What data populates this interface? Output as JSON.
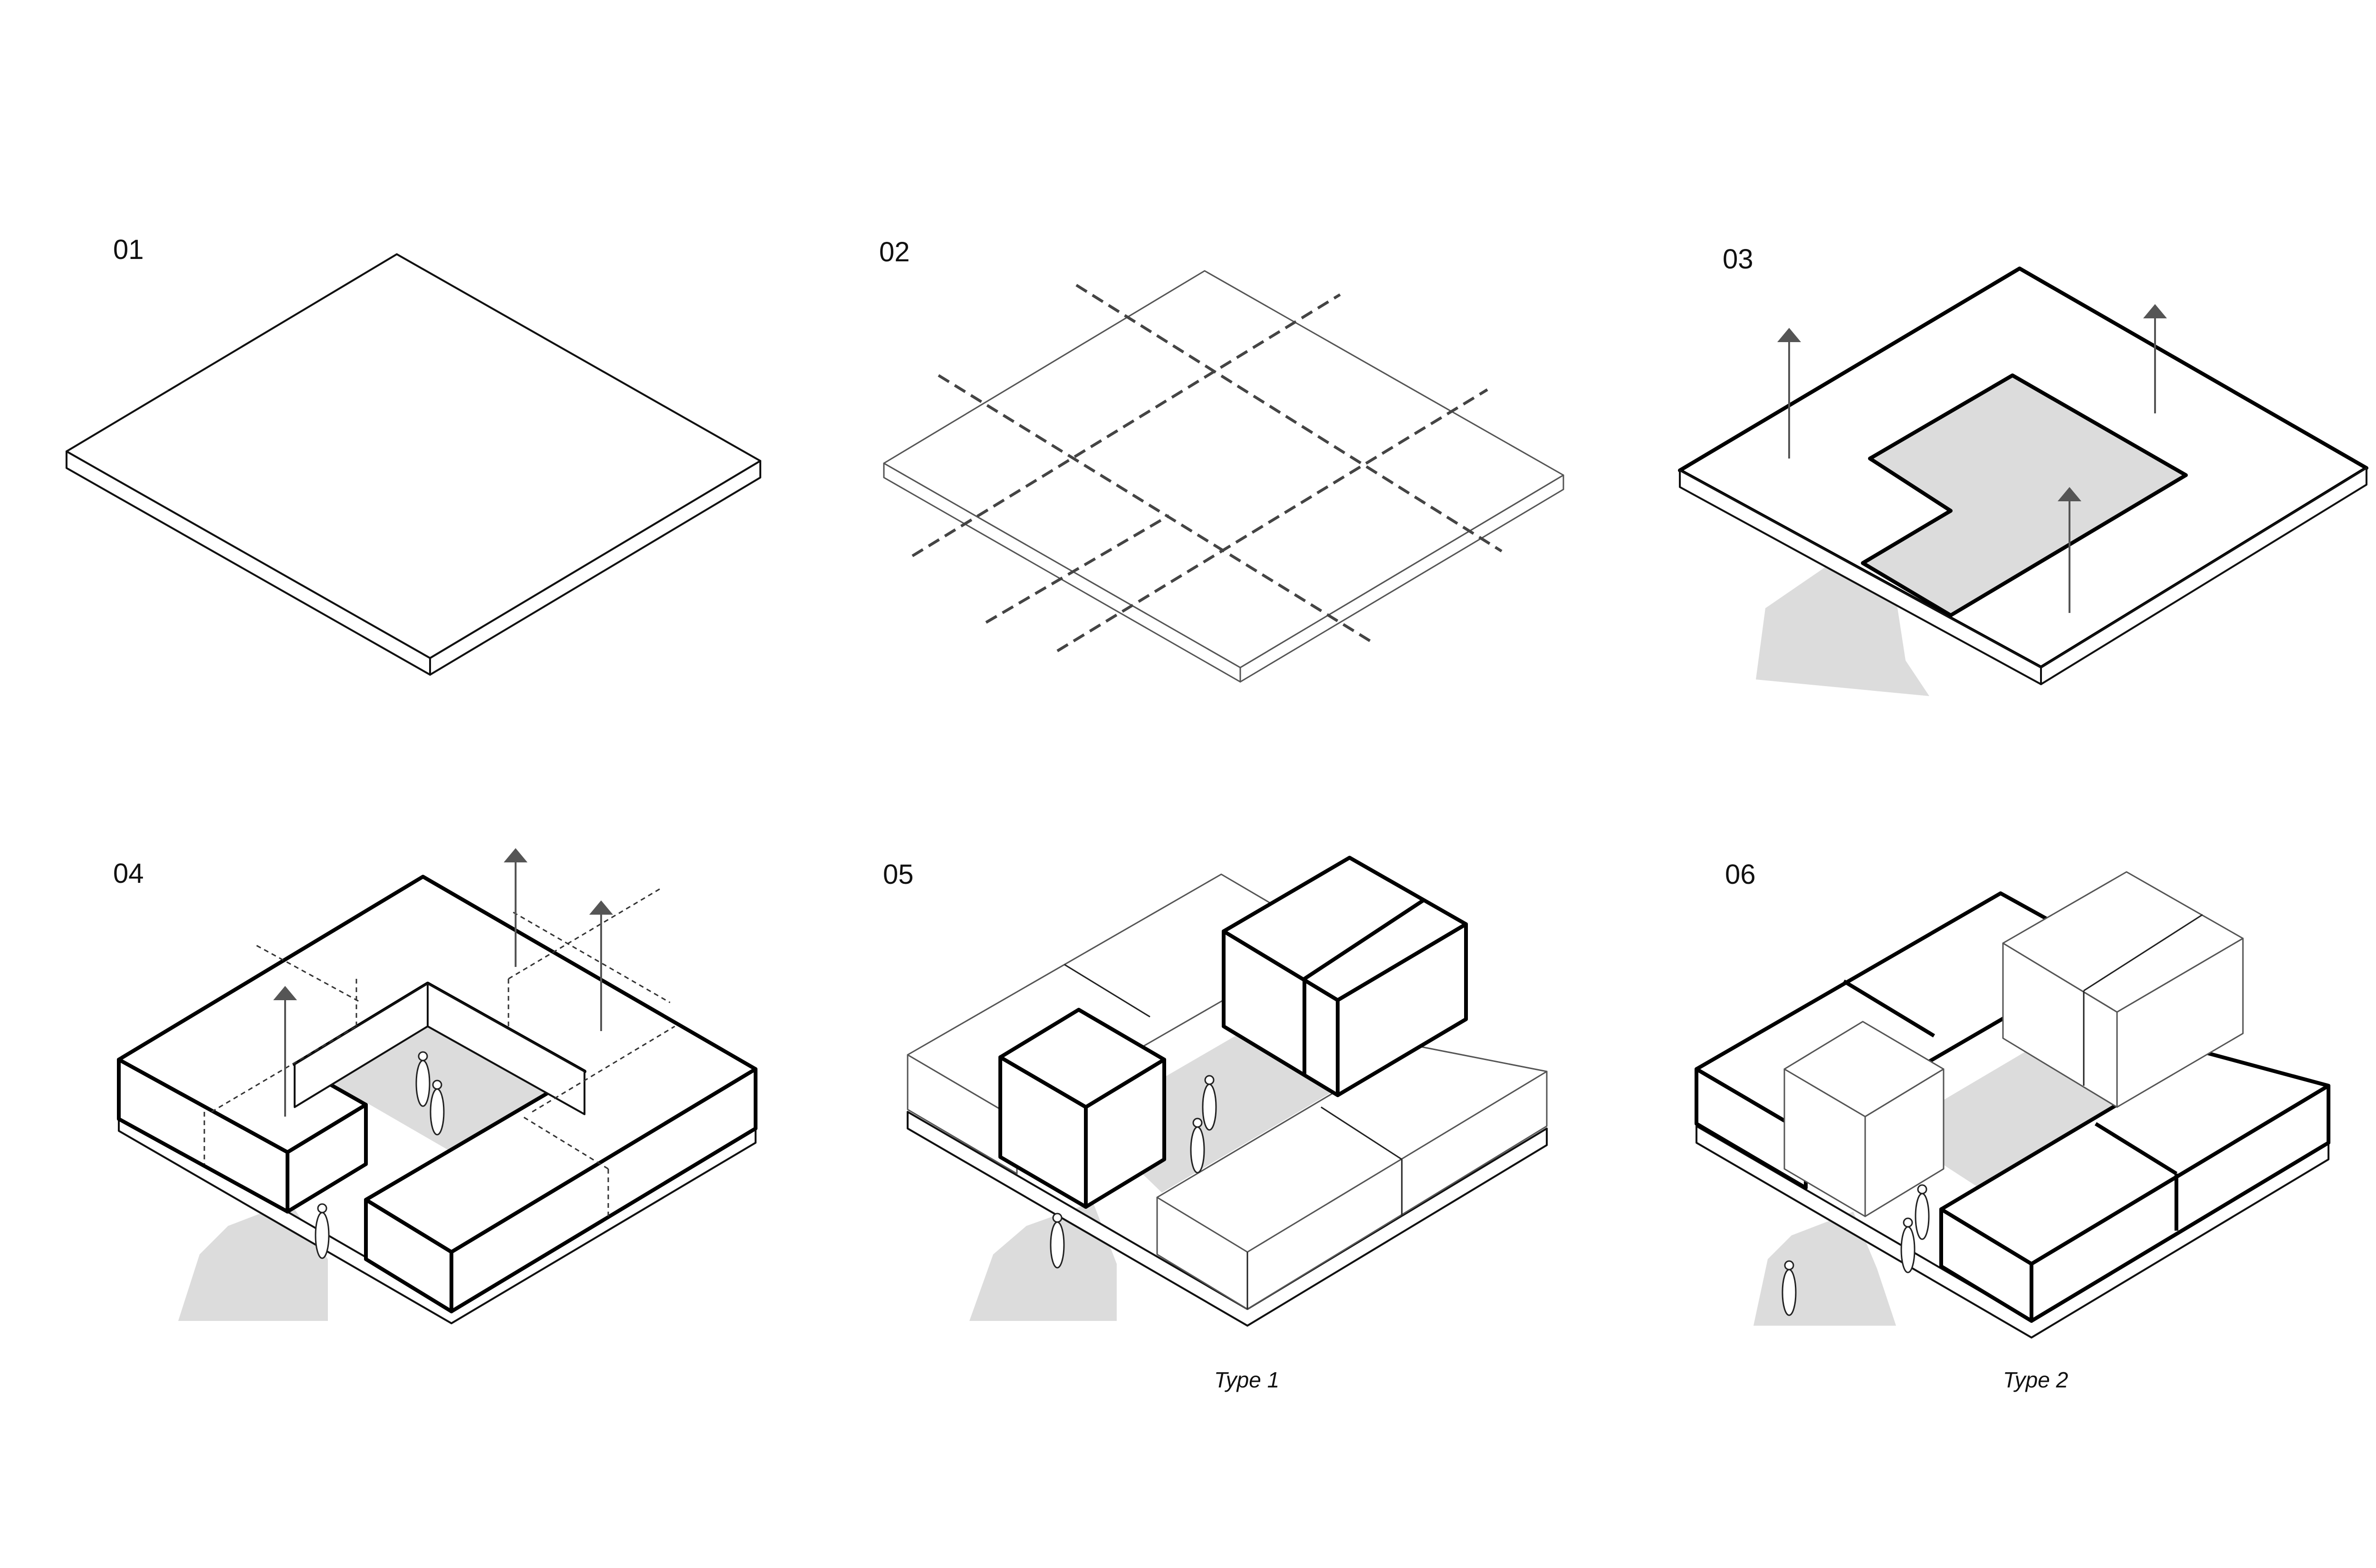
{
  "steps": [
    {
      "label": "01"
    },
    {
      "label": "02"
    },
    {
      "label": "03"
    },
    {
      "label": "04"
    },
    {
      "label": "05",
      "caption": "Type 1"
    },
    {
      "label": "06",
      "caption": "Type 2"
    }
  ],
  "colors": {
    "line": "#111111",
    "courtyard_fill": "#dcdcdc",
    "flow_arrow": "#dcdcdc",
    "up_arrow": "#555555",
    "background": "#ffffff"
  }
}
